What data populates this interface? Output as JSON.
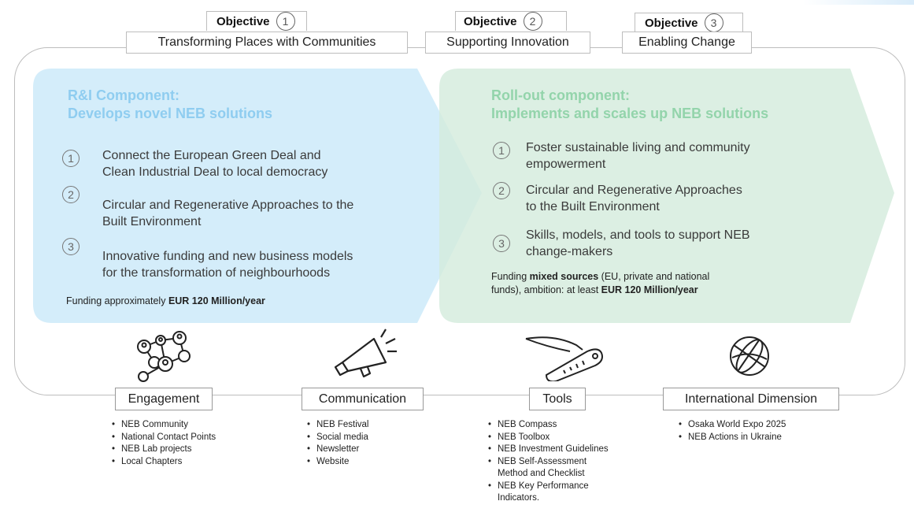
{
  "objectives": [
    {
      "tab": "Objective",
      "num": "1",
      "label": "Transforming Places with Communities"
    },
    {
      "tab": "Objective",
      "num": "2",
      "label": "Supporting Innovation"
    },
    {
      "tab": "Objective",
      "num": "3",
      "label": "Enabling Change"
    }
  ],
  "ri": {
    "title1": "R&I Component:",
    "title2": "Develops novel NEB solutions",
    "items": [
      {
        "num": "1",
        "line1": "Connect the European Green Deal and",
        "line2": "Clean Industrial Deal  to local democracy"
      },
      {
        "num": "2",
        "line1": "Circular and Regenerative Approaches to the",
        "line2": "Built Environment"
      },
      {
        "num": "3",
        "line1": "Innovative funding and new business models",
        "line2": "for the transformation of neighbourhoods"
      }
    ],
    "funding_prefix": "Funding approximately ",
    "funding_bold": "EUR 120 Million/year"
  },
  "rollout": {
    "title1": "Roll-out component:",
    "title2": "Implements and scales up NEB solutions",
    "items": [
      {
        "num": "1",
        "line1": "Foster sustainable living and community",
        "line2": "empowerment"
      },
      {
        "num": "2",
        "line1": "Circular and Regenerative Approaches",
        "line2": "to the Built Environment"
      },
      {
        "num": "3",
        "line1": "Skills, models,  and tools to support NEB",
        "line2": "change-makers"
      }
    ],
    "funding_a": "Funding ",
    "funding_b": "mixed sources",
    "funding_c": " (EU, private and national",
    "funding_d": "funds), ambition: at least ",
    "funding_e": "EUR 120 Million/year"
  },
  "pillars": [
    {
      "label": "Engagement",
      "icon": "network-people-icon",
      "bullets": [
        "NEB Community",
        "National Contact Points",
        "NEB Lab projects",
        "Local Chapters"
      ]
    },
    {
      "label": "Communication",
      "icon": "megaphone-icon",
      "bullets": [
        "NEB Festival",
        "Social media",
        "Newsletter",
        "Website"
      ]
    },
    {
      "label": "Tools",
      "icon": "pocket-knife-icon",
      "bullets": [
        "NEB Compass",
        "NEB Toolbox",
        "NEB Investment Guidelines",
        "NEB Self-Assessment",
        "Method and Checklist",
        "NEB Key Performance",
        "Indicators."
      ]
    },
    {
      "label": "International Dimension",
      "icon": "globe-icon",
      "bullets": [
        "Osaka World Expo 2025",
        "NEB Actions in Ukraine"
      ]
    }
  ],
  "colors": {
    "ri_fill": "#d6eefb",
    "ri_title": "#8fcdf0",
    "rollout_fill": "#dcefe3",
    "rollout_title": "#93d4ab",
    "frame": "#bdbdbd"
  }
}
